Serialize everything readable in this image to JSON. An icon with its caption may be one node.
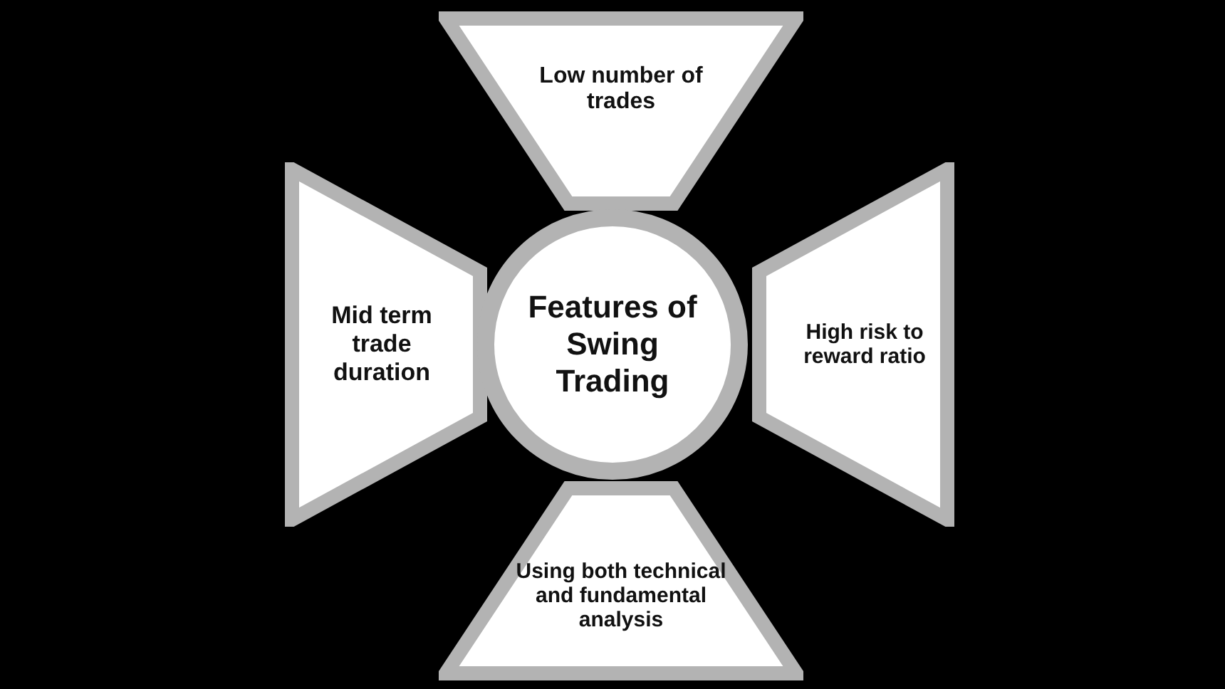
{
  "diagram": {
    "nodes": [
      {
        "text": [
          "Features of Swing Trading"
        ]
      },
      {
        "text": [
          "Low number of trades"
        ]
      },
      {
        "text": [
          "Mid term trade duration"
        ]
      },
      {
        "text": [
          "High risk to reward ratio"
        ]
      },
      {
        "text": [
          "Using both technical and fundamental analysis"
        ]
      }
    ]
  }
}
